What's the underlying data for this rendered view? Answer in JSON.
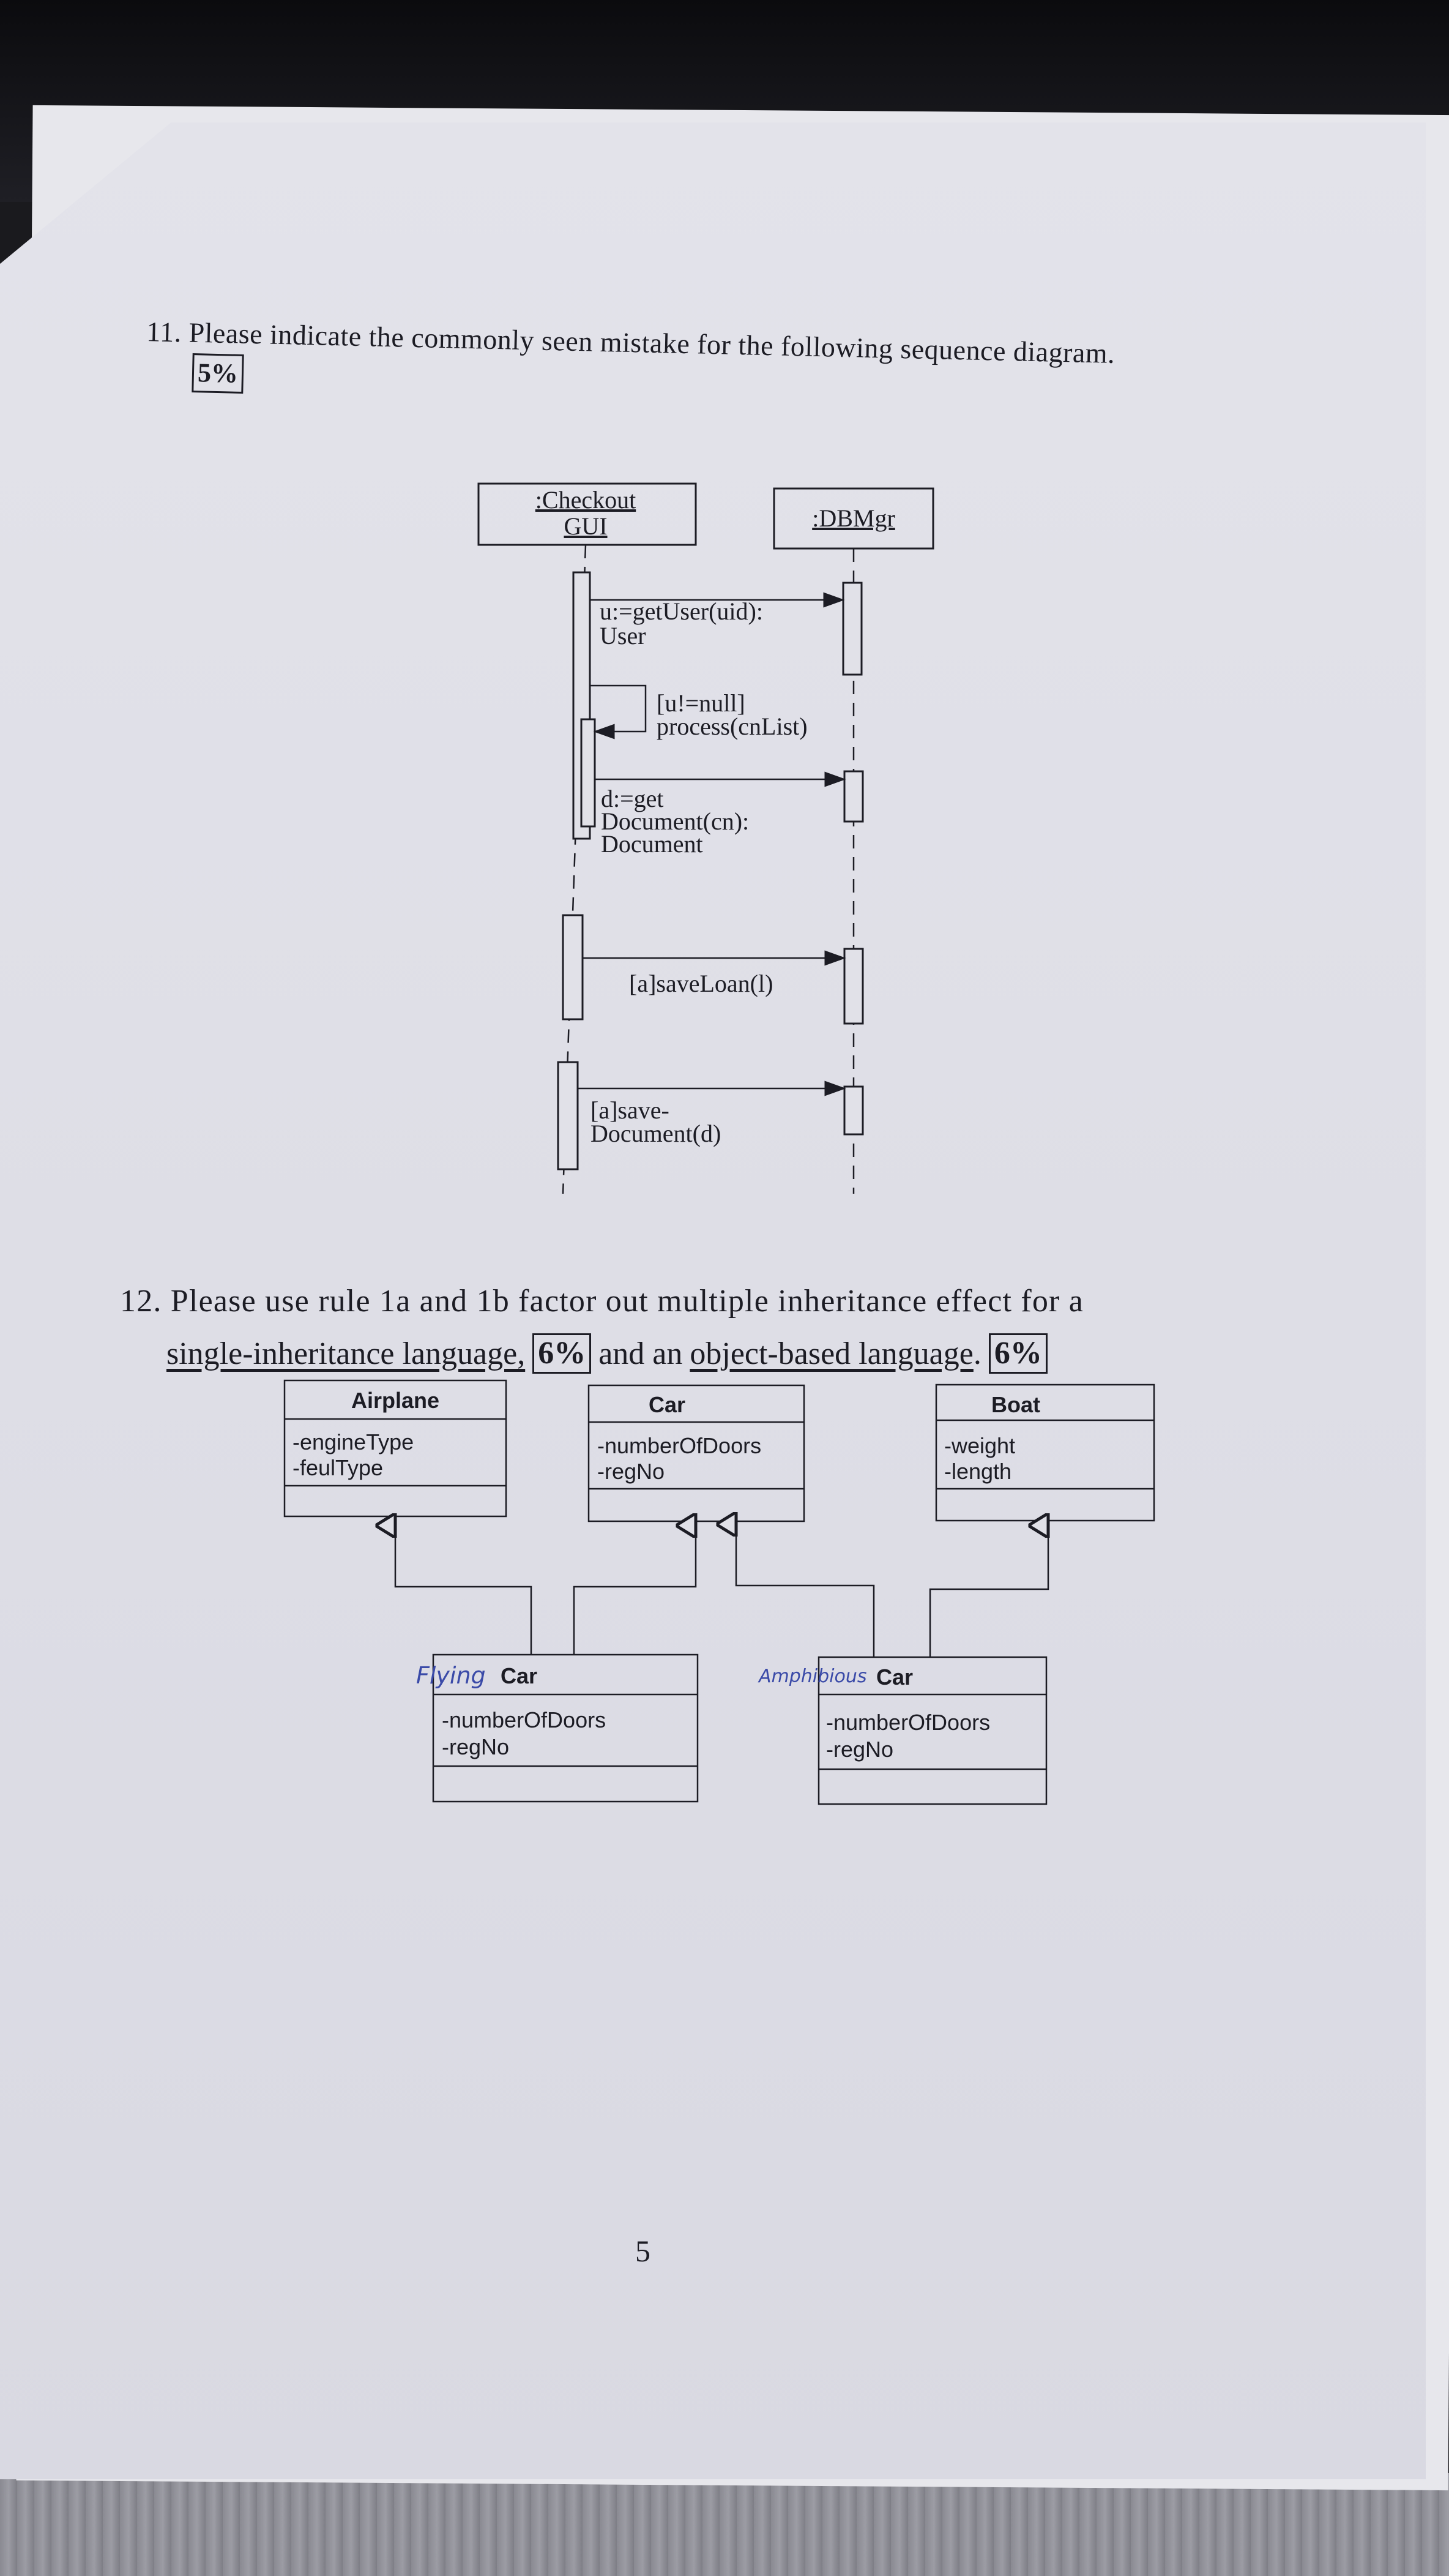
{
  "q11": {
    "text": "11. Please indicate the commonly seen mistake for the following sequence diagram.",
    "weight": "5%"
  },
  "sequence": {
    "lifeline_checkout_line1": ":Checkout",
    "lifeline_checkout_line2": "GUI",
    "lifeline_dbmgr": ":DBMgr",
    "msg1_line1": "u:=getUser(uid):",
    "msg1_line2": "User",
    "msg2_line1": "[u!=null]",
    "msg2_line2": "process(cnList)",
    "msg3_line1": "d:=get",
    "msg3_line2": "Document(cn):",
    "msg3_line3": "Document",
    "msg4": "[a]saveLoan(l)",
    "msg5_line1": "[a]save-",
    "msg5_line2": "Document(d)"
  },
  "q12": {
    "line1": "12. Please use rule 1a and 1b factor out multiple inheritance effect for a",
    "single_inheritance": "single-inheritance language,",
    "weight1": "6%",
    "and_an": "and an",
    "object_based": "object-based language",
    "period": ".",
    "weight2": "6%"
  },
  "classes": {
    "airplane": {
      "name": "Airplane",
      "attr1": "-engineType",
      "attr2": "-feulType"
    },
    "car": {
      "name": "Car",
      "attr1": "-numberOfDoors",
      "attr2": "-regNo"
    },
    "boat": {
      "name": "Boat",
      "attr1": "-weight",
      "attr2": "-length"
    },
    "flyingcar": {
      "handwritten": "Flying",
      "name": "Car",
      "attr1": "-numberOfDoors",
      "attr2": "-regNo"
    },
    "amphibiouscar": {
      "handwritten": "Amphibious",
      "name": "Car",
      "attr1": "-numberOfDoors",
      "attr2": "-regNo"
    }
  },
  "page_number": "5",
  "colors": {
    "ink": "#1c1c24",
    "handwriting": "#3a4aa8",
    "paper": "#e1e1e8"
  }
}
